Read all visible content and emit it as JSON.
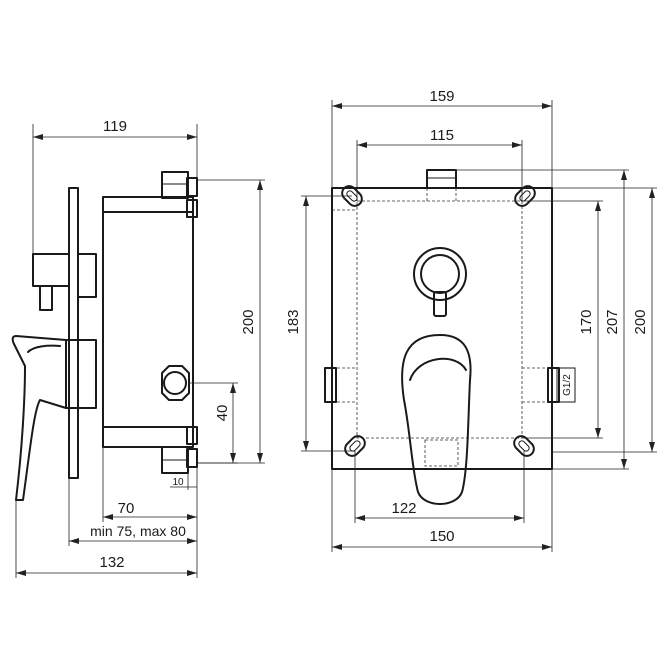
{
  "side_view": {
    "dims": {
      "d119": "119",
      "d200": "200",
      "d40": "40",
      "d10": "10",
      "d70": "70",
      "d_min_max": "min 75, max 80",
      "d132": "132"
    }
  },
  "front_view": {
    "dims": {
      "d159": "159",
      "d115": "115",
      "d183": "183",
      "d170": "170",
      "d207": "207",
      "d200": "200",
      "d122": "122",
      "d150": "150",
      "thread": "G1/2"
    }
  }
}
